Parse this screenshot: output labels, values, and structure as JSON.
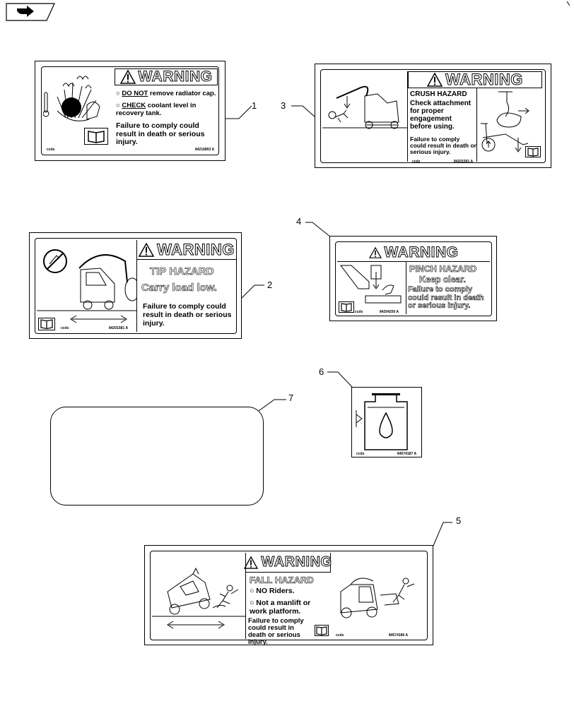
{
  "callouts": [
    "1",
    "2",
    "3",
    "4",
    "5",
    "6",
    "7"
  ],
  "decal1": {
    "warning": "WARNING",
    "line1_strong": "DO NOT",
    "line1_rest": " remove radiator cap.",
    "line2_strong": "CHECK",
    "line2_rest": " coolant level in recovery tank.",
    "consequence": "Failure to comply could result in death or serious injury.",
    "brand": "ccds",
    "part": "84216893 A"
  },
  "decal2": {
    "warning": "WARNING",
    "hazard": "TIP HAZARD",
    "instruction": "Carry load low.",
    "consequence": "Failure to comply could result in death or serious injury.",
    "brand": "ccds",
    "part": "84201581 A"
  },
  "decal3": {
    "warning": "WARNING",
    "hazard": "CRUSH HAZARD",
    "instruction": "Check attachment for proper engagement before using.",
    "consequence": "Failure to comply could result in death or serious injury.",
    "brand": "ccds",
    "part": "84201591 A"
  },
  "decal4": {
    "warning": "WARNING",
    "hazard": "PINCH HAZARD",
    "instruction": "Keep clear.",
    "consequence": "Failure to comply could result in death or serious injury.",
    "brand": "ccds",
    "part": "84204250 A"
  },
  "decal5": {
    "warning": "WARNING",
    "hazard": "FALL HAZARD",
    "bullet1": "NO Riders.",
    "bullet2": "Not a manlift or work platform.",
    "consequence": "Failure to comply could result in death or serious injury.",
    "brand": "ccds",
    "part": "84574186 A"
  },
  "decal6": {
    "brand": "ccds",
    "part": "84574187 A"
  },
  "icons": [
    "navigation-arrow-icon",
    "warning-triangle-icon",
    "manual-book-icon"
  ]
}
